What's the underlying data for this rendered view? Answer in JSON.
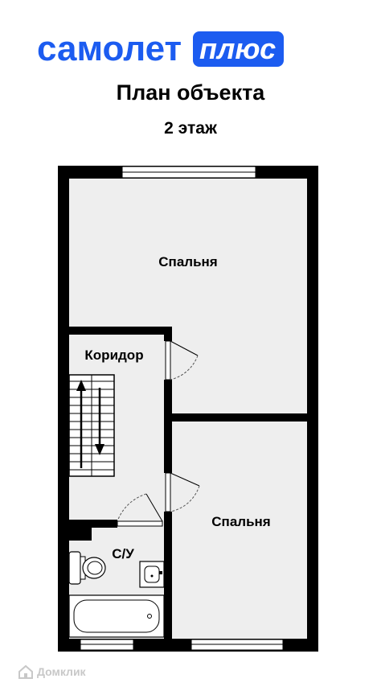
{
  "brand": {
    "name": "самолет",
    "badge": "плюс",
    "color": "#1c5cf0"
  },
  "title": "План объекта",
  "floor": "2 этаж",
  "rooms": {
    "bedroom_top": "Спальня",
    "corridor": "Коридор",
    "bedroom_bottom": "Спальня",
    "bathroom": "С/У"
  },
  "colors": {
    "wall": "#000000",
    "floor": "#eeeeee"
  },
  "icons": [
    "house-icon",
    "toilet-icon",
    "sink-icon",
    "bathtub-icon",
    "stairs-icon",
    "window-icon",
    "door-icon"
  ],
  "watermark": "Домклик"
}
